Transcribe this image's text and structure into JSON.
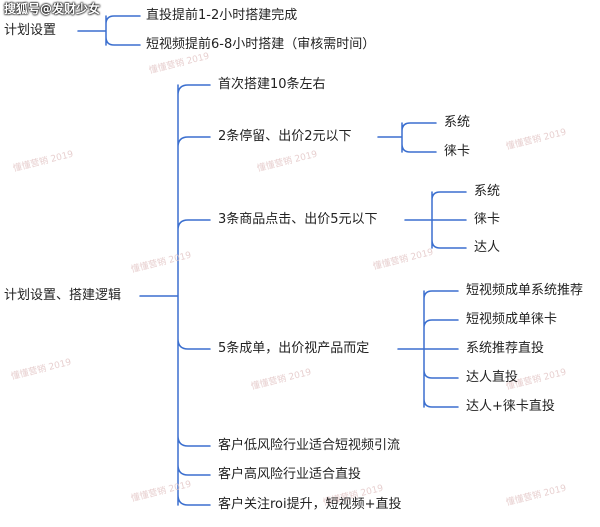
{
  "source_watermark": "搜狐号@发财少女",
  "line_color": "#3b6fcf",
  "watermarks": [
    "懂懂营销 2019",
    "懂懂营销 2019",
    "懂懂营销 2019",
    "懂懂营销 2019",
    "懂懂营销 2019",
    "懂懂营销 2019",
    "懂懂营销 2019",
    "懂懂营销 2019",
    "懂懂营销 2019",
    "懂懂营销 2019",
    "懂懂营销 2019",
    "懂懂营销 2019"
  ],
  "top_map": {
    "root": "计划设置",
    "children": [
      "直投提前1-2小时搭建完成",
      "短视频提前6-8小时搭建（审核需时间）"
    ]
  },
  "main_map": {
    "root": "计划设置、搭建逻辑",
    "branches": [
      {
        "label": "首次搭建10条左右",
        "children": []
      },
      {
        "label": "2条停留、出价2元以下",
        "children": [
          "系统",
          "徕卡"
        ]
      },
      {
        "label": "3条商品点击、出价5元以下",
        "children": [
          "系统",
          "徕卡",
          "达人"
        ]
      },
      {
        "label": "5条成单，出价视产品而定",
        "children": [
          "短视频成单系统推荐",
          "短视频成单徕卡",
          "系统推荐直投",
          "达人直投",
          "达人+徕卡直投"
        ]
      },
      {
        "label": "客户低风险行业适合短视频引流",
        "children": []
      },
      {
        "label": "客户高风险行业适合直投",
        "children": []
      },
      {
        "label": "客户关注roi提升，短视频+直投",
        "children": []
      }
    ]
  }
}
